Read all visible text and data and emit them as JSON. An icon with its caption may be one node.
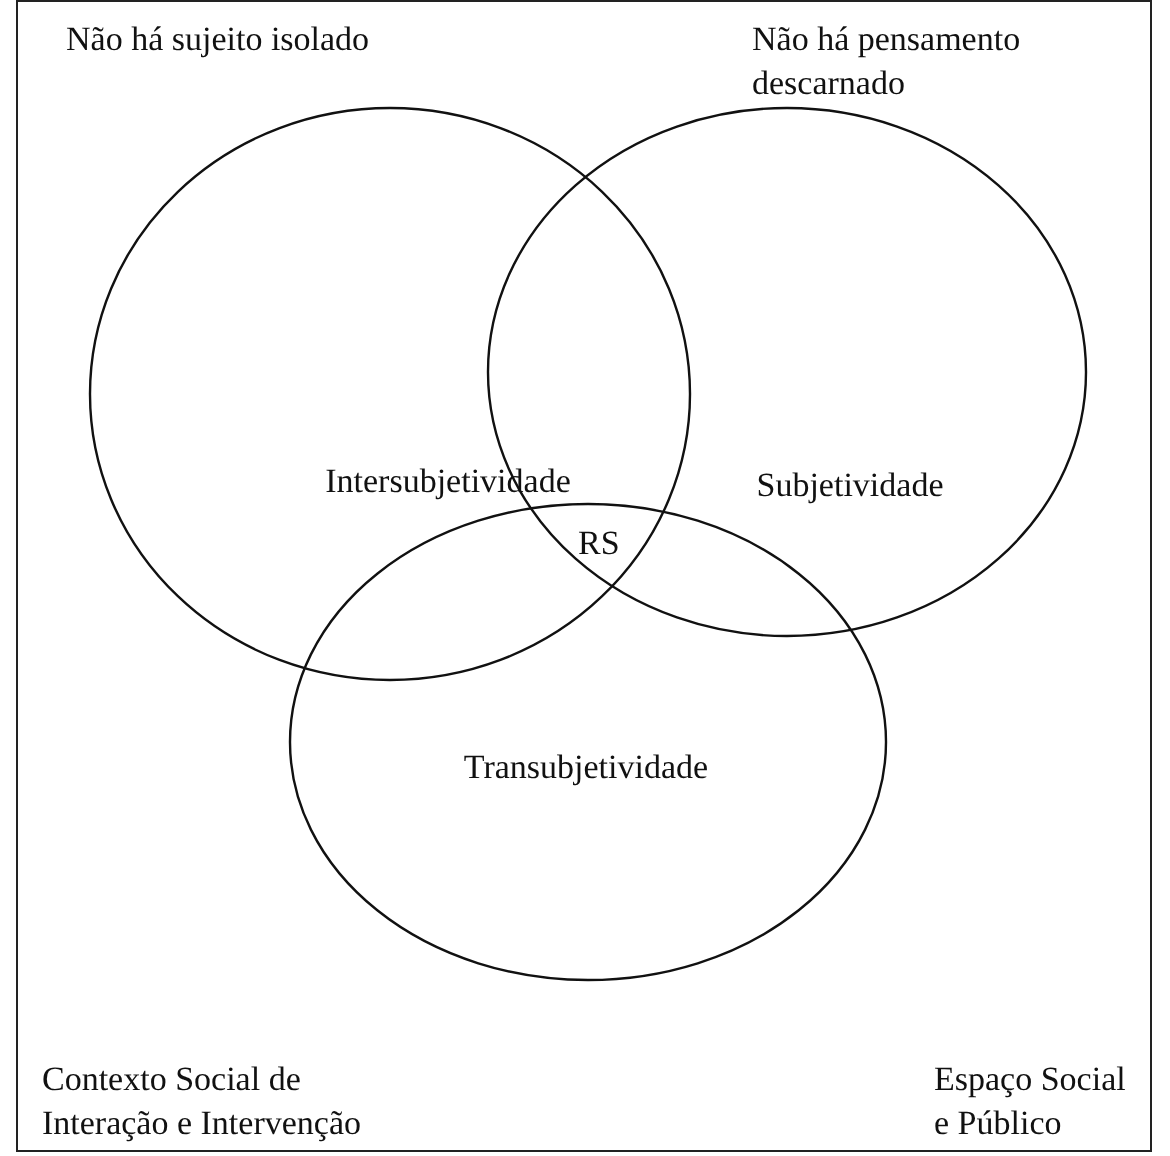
{
  "diagram": {
    "nodes": [
      {
        "text": [
          "Intersubjetividade"
        ]
      },
      {
        "text": [
          "Subjetividade"
        ]
      },
      {
        "text": [
          "Transubjetividade"
        ]
      }
    ],
    "labels": [
      "Não há sujeito isolado",
      "Não há pensamento descarnado",
      "RS",
      "Contexto Social de Interação e Intervenção",
      "Espaço Social e Público"
    ]
  }
}
